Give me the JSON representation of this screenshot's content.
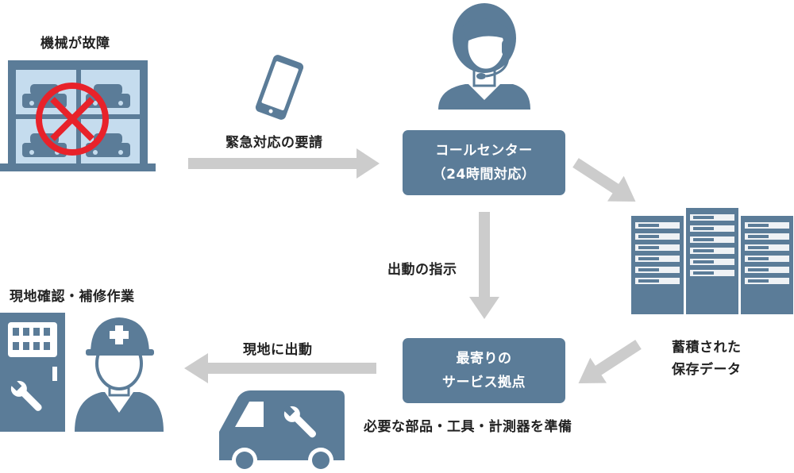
{
  "colors": {
    "accent": "#5b7c98",
    "arrow": "#cccccc",
    "prohibit": "#e8222a",
    "glass": "#c5dcee"
  },
  "labels": {
    "failure": "機械が故障",
    "request": "緊急対応の要請",
    "dispatch_order": "出動の指示",
    "onsite_repair": "現地確認・補修作業",
    "go_onsite": "現地に出動",
    "stored_line1": "蓄積された",
    "stored_line2": "保存データ",
    "prepare": "必要な部品・工具・計測器を準備"
  },
  "boxes": {
    "call_center_line1": "コールセンター",
    "call_center_line2": "（24時間対応）",
    "base_line1": "最寄りの",
    "base_line2": "サービス拠点"
  },
  "icons": [
    "parking-building-icon",
    "prohibit-icon",
    "smartphone-icon",
    "operator-headset-icon",
    "server-rack-icon",
    "control-panel-icon",
    "worker-helmet-icon",
    "service-van-icon",
    "wrench-icon"
  ]
}
